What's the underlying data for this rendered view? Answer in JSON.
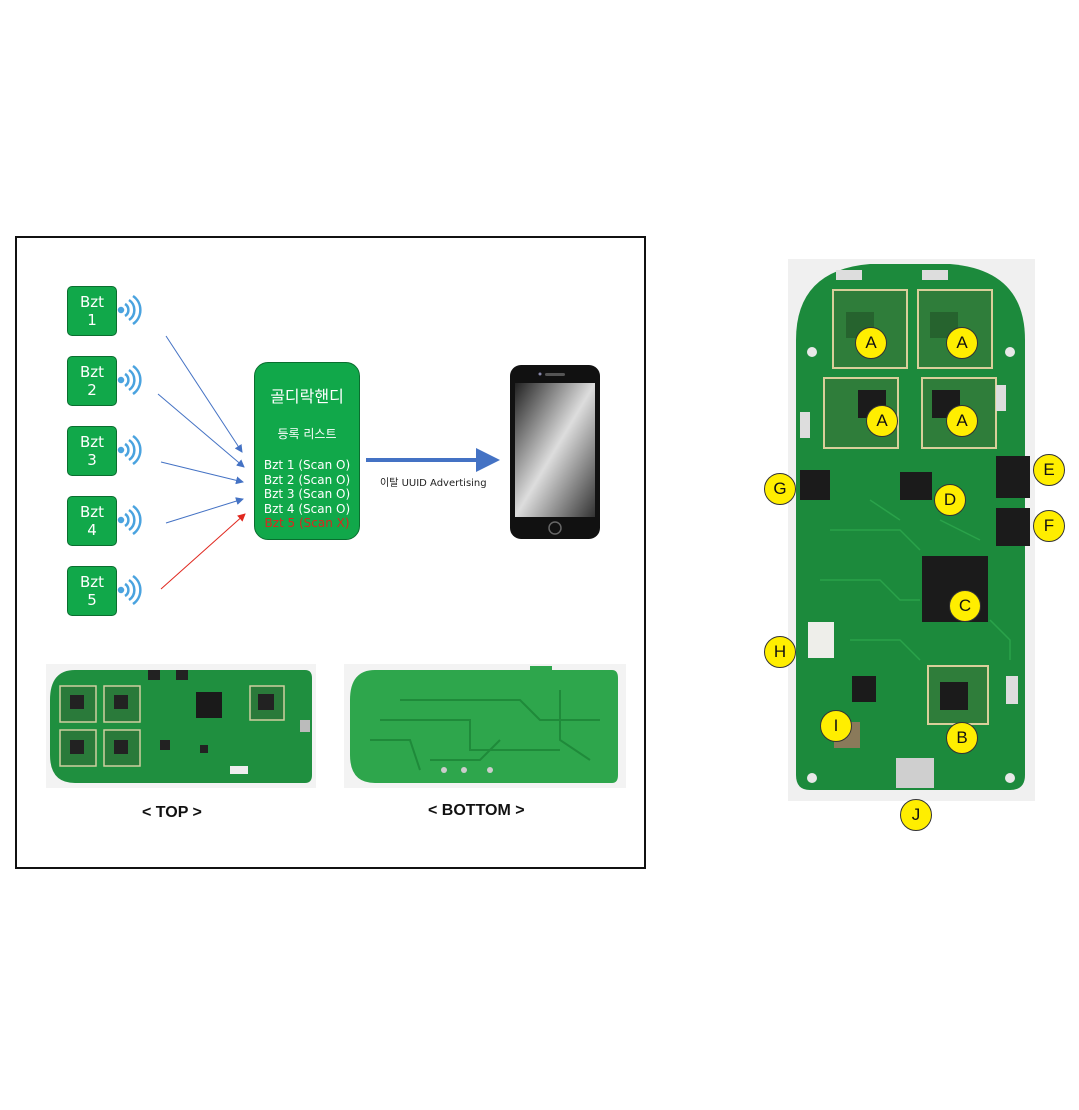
{
  "beacons": [
    {
      "name": "Bzt",
      "num": "1"
    },
    {
      "name": "Bzt",
      "num": "2"
    },
    {
      "name": "Bzt",
      "num": "3"
    },
    {
      "name": "Bzt",
      "num": "4"
    },
    {
      "name": "Bzt",
      "num": "5"
    }
  ],
  "hub": {
    "title": "골디락핸디",
    "subtitle": "등록 리스트",
    "items": [
      "Bzt 1 (Scan O)",
      "Bzt 2 (Scan O)",
      "Bzt 3 (Scan O)",
      "Bzt 4 (Scan O)",
      "Bzt 5 (Scan X)"
    ]
  },
  "advertising_label": "이탈 UUID Advertising",
  "captions": {
    "top": "< TOP >",
    "bottom": "< BOTTOM >"
  },
  "markers": [
    "A",
    "A",
    "A",
    "A",
    "E",
    "G",
    "D",
    "F",
    "C",
    "H",
    "I",
    "B",
    "J"
  ],
  "colors": {
    "box_green": "#11a84a",
    "pcb_green": "#1c8a3c",
    "marker_yellow": "#ffee00",
    "arrow_blue": "#4472c4",
    "arrow_red": "#e0281f"
  }
}
